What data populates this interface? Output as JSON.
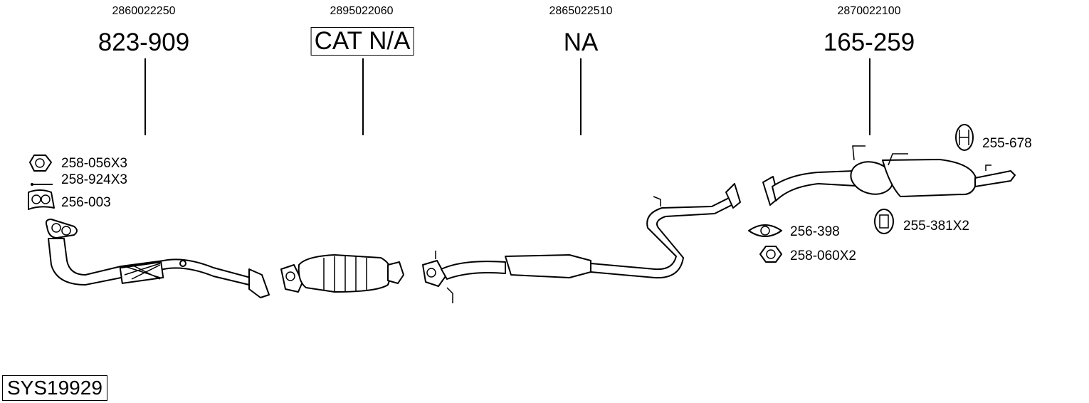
{
  "system_code": "SYS19929",
  "sections": [
    {
      "article_number": "2860022250",
      "part_label": "823-909",
      "boxed": false
    },
    {
      "article_number": "2895022060",
      "part_label": "CAT N/A",
      "boxed": true
    },
    {
      "article_number": "2865022510",
      "part_label": "NA",
      "boxed": false
    },
    {
      "article_number": "2870022100",
      "part_label": "165-259",
      "boxed": false
    }
  ],
  "accessories": [
    {
      "code": "258-056X3",
      "icon": "nut-icon"
    },
    {
      "code": "258-924X3",
      "icon": "bolt-icon"
    },
    {
      "code": "256-003",
      "icon": "gasket-icon"
    },
    {
      "code": "255-678",
      "icon": "rubber-hanger-icon"
    },
    {
      "code": "256-398",
      "icon": "gasket-icon"
    },
    {
      "code": "255-381X2",
      "icon": "rubber-mount-icon"
    },
    {
      "code": "258-060X2",
      "icon": "nut-icon"
    }
  ]
}
